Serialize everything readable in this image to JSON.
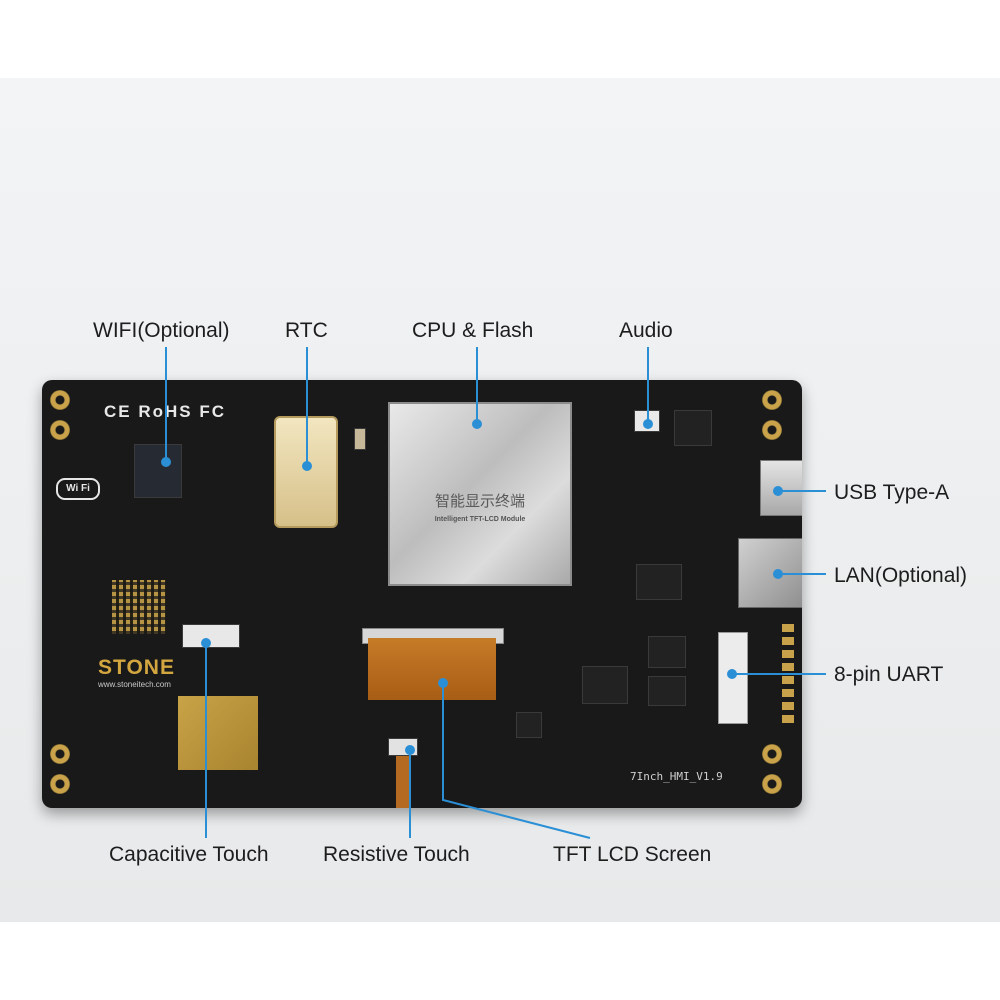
{
  "callouts": {
    "wifi": "WIFI(Optional)",
    "rtc": "RTC",
    "cpu": "CPU & Flash",
    "audio": "Audio",
    "usb": "USB Type-A",
    "lan": "LAN(Optional)",
    "uart": "8-pin UART",
    "capacitive": "Capacitive Touch",
    "resistive": "Resistive Touch",
    "tft": "TFT LCD Screen"
  },
  "board": {
    "brand": "STONE",
    "url": "www.stoneitech.com",
    "version": "7Inch_HMI_V1.9",
    "cpu_chinese": "智能显示终端",
    "cpu_english": "Intelligent TFT-LCD Module",
    "certs": "CE RoHS FC",
    "wifi_badge": "Wi Fi"
  },
  "colors": {
    "accent": "#2b8fd6",
    "board": "#191919",
    "gold": "#d3a640"
  }
}
